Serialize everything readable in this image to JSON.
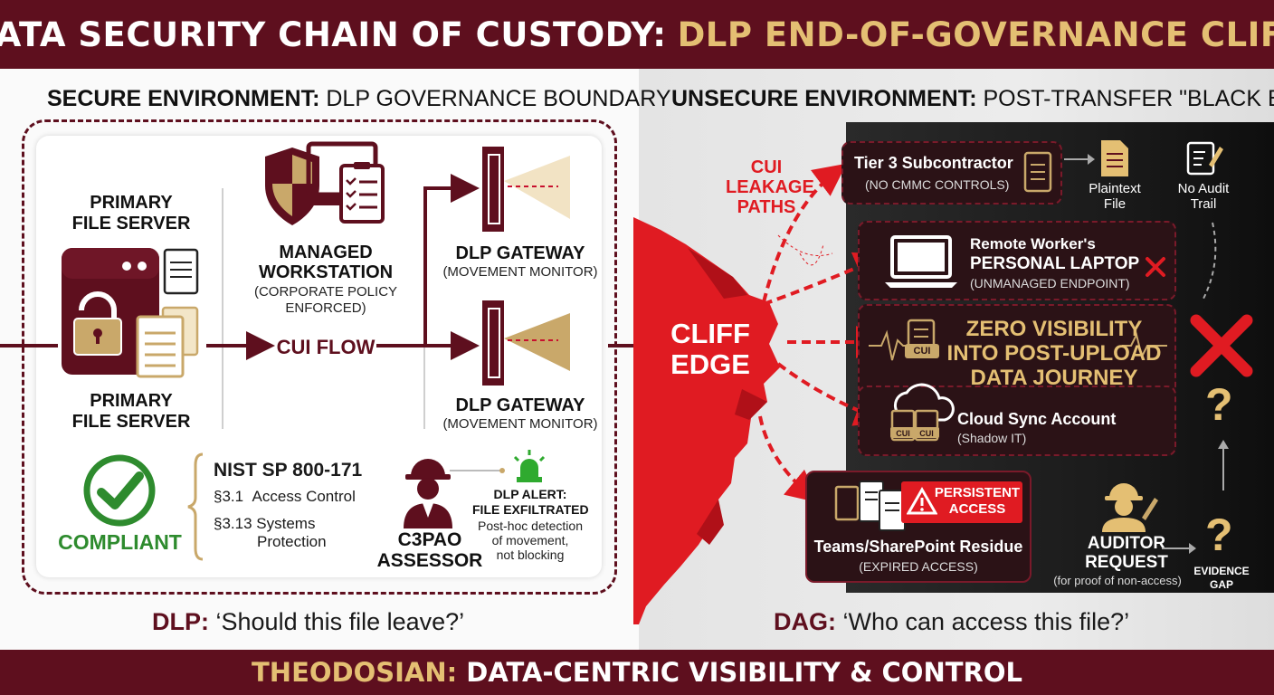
{
  "header": {
    "title_main": "DATA SECURITY CHAIN OF CUSTODY:",
    "title_accent": "DLP END-OF-GOVERNANCE CLIFF"
  },
  "footer": {
    "brand": "THEODOSIAN:",
    "tagline": "DATA-CENTRIC VISIBILITY & CONTROL"
  },
  "colors": {
    "maroon": "#5e0f1e",
    "gold": "#c9a86a",
    "red": "#e01b22",
    "green": "#2e8b2e"
  },
  "left": {
    "heading_bold": "SECURE ENVIRONMENT:",
    "heading_rest": "DLP GOVERNANCE BOUNDARY",
    "server_top": [
      "PRIMARY",
      "FILE SERVER"
    ],
    "server_bottom": [
      "PRIMARY",
      "FILE SERVER"
    ],
    "workstation": {
      "title": [
        "MANAGED",
        "WORKSTATION"
      ],
      "sub": [
        "(CORPORATE POLICY",
        "ENFORCED)"
      ]
    },
    "flow_label": "CUI FLOW",
    "gateway1": {
      "title": "DLP GATEWAY",
      "sub": "(MOVEMENT MONITOR)"
    },
    "gateway2": {
      "title": "DLP GATEWAY",
      "sub": "(MOVEMENT MONITOR)"
    },
    "compliant": "COMPLIANT",
    "nist": {
      "title": "NIST SP 800-171",
      "item1_num": "§3.1",
      "item1": "Access Control",
      "item2_num": "§3.13",
      "item2a": "Systems",
      "item2b": "Protection"
    },
    "assessor": [
      "C3PAO",
      "ASSESSOR"
    ],
    "alert": {
      "title": [
        "DLP ALERT:",
        "FILE EXFILTRATED"
      ],
      "body": [
        "Post-hoc detection",
        "of movement,",
        "not blocking"
      ]
    },
    "question_prefix": "DLP:",
    "question": "‘Should this file leave?’"
  },
  "right": {
    "heading_bold": "UNSECURE ENVIRONMENT:",
    "heading_rest": "POST-TRANSFER \"BLACK BOX\"",
    "leakage": [
      "CUI",
      "LEAKAGE",
      "PATHS"
    ],
    "cliff": [
      "CLIFF",
      "EDGE"
    ],
    "tier3": {
      "title": "Tier 3 Subcontractor",
      "sub": "(NO CMMC CONTROLS)"
    },
    "plaintext": [
      "Plaintext",
      "File"
    ],
    "noaudit": [
      "No Audit",
      "Trail"
    ],
    "laptop": {
      "title1": "Remote Worker's",
      "title2": "PERSONAL LAPTOP",
      "sub": "(UNMANAGED ENDPOINT)"
    },
    "zero": [
      "ZERO VISIBILITY",
      "INTO POST-UPLOAD",
      "DATA JOURNEY"
    ],
    "cui_tag": "CUI",
    "cloud": {
      "title": "Cloud Sync Account",
      "sub": "(Shadow IT)"
    },
    "persistent": [
      "PERSISTENT",
      "ACCESS"
    ],
    "teams": {
      "title": "Teams/SharePoint Residue",
      "sub": "(EXPIRED ACCESS)"
    },
    "auditor": {
      "title": [
        "AUDITOR",
        "REQUEST"
      ],
      "sub": "(for proof of non-access)"
    },
    "evidence": [
      "EVIDENCE",
      "GAP"
    ],
    "question_mark": "?",
    "question_prefix": "DAG:",
    "question": "‘Who can access this file?’"
  }
}
